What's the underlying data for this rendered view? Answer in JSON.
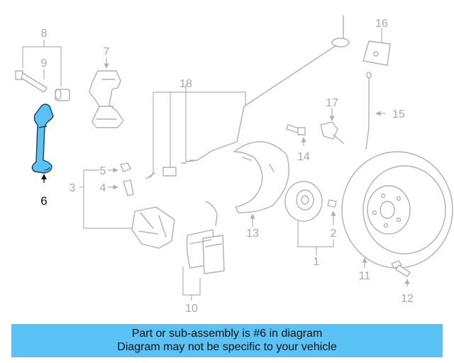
{
  "diagram": {
    "callouts": {
      "c1": "1",
      "c2": "2",
      "c3": "3",
      "c4": "4",
      "c5": "5",
      "c6": "6",
      "c7": "7",
      "c8": "8",
      "c9": "9",
      "c10": "10",
      "c11": "11",
      "c12": "12",
      "c13": "13",
      "c14": "14",
      "c15": "15",
      "c16": "16",
      "c17": "17",
      "c18": "18"
    },
    "highlighted_part": "6",
    "highlight_color": "#5bc2f5",
    "line_color": "#b0b0b0"
  },
  "banner": {
    "line1": "Part or sub-assembly is #6 in diagram",
    "line2": "Diagram may not be specific to your vehicle",
    "background": "#5bc2f5"
  }
}
